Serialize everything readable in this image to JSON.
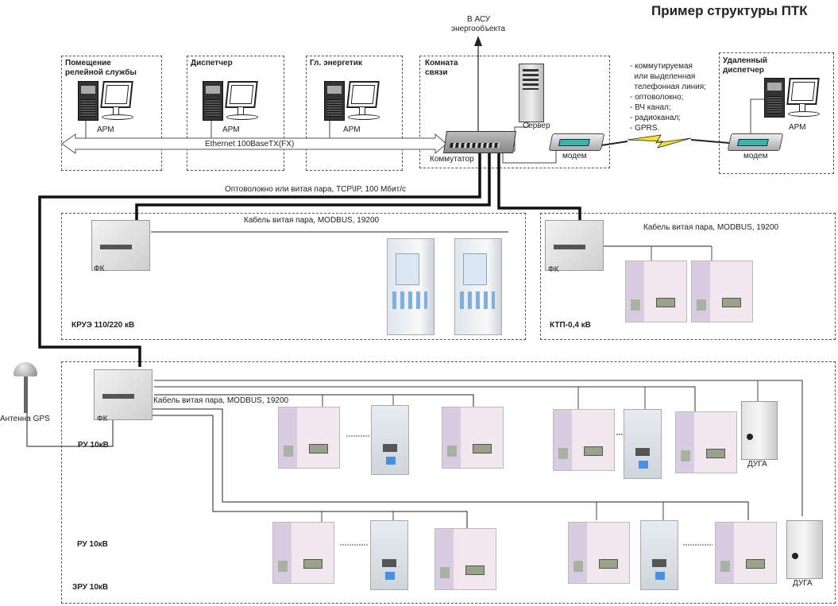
{
  "title": "Пример структуры ПТК",
  "uplink": {
    "line1": "В АСУ",
    "line2": "энергообъекта"
  },
  "zones": {
    "relay_room": {
      "label_line1": "Помещение",
      "label_line2": "релейной службы",
      "workstation": "АРМ"
    },
    "dispatcher": {
      "label": "Диспетчер",
      "workstation": "АРМ"
    },
    "chief_engineer": {
      "label": "Гл. энергетик",
      "workstation": "АРМ"
    },
    "comm_room": {
      "label_line1": "Комната",
      "label_line2": "связи",
      "server": "Сервер",
      "switch": "Коммутатор",
      "modem": "модем"
    },
    "remote_dispatcher": {
      "label_line1": "Удаленный",
      "label_line2": "диспетчер",
      "workstation": "АРМ",
      "modem": "модем"
    },
    "kruz": {
      "label": "КРУЭ 110/220 кВ",
      "cabinet": "ФК",
      "cable": "Кабель витая пара, MODBUS, 19200"
    },
    "ktp": {
      "label": "КТП-0,4 кВ",
      "cabinet": "ФК",
      "cable": "Кабель витая пара, MODBUS, 19200"
    },
    "ru": {
      "label_top": "РУ 10кВ",
      "label_mid": "РУ 10кВ",
      "label_bottom": "ЗРУ 10кВ",
      "cabinet": "ФК",
      "cable": "Кабель витая пара, MODBUS, 19200",
      "arc1": "ДУГА",
      "arc2": "ДУГА"
    }
  },
  "ethernet_bus": "Ethernet 100BaseTX(FX)",
  "backbone": "Оптоволокно или витая пара, TCP\\IP, 100 Мбит/с",
  "media_list": "- коммутируемая\n  или выделенная\n  телефонная линия;\n- оптоволокно;\n- ВЧ канал;\n- радиоканал;\n- GPRS.",
  "gps": "Антенна GPS"
}
